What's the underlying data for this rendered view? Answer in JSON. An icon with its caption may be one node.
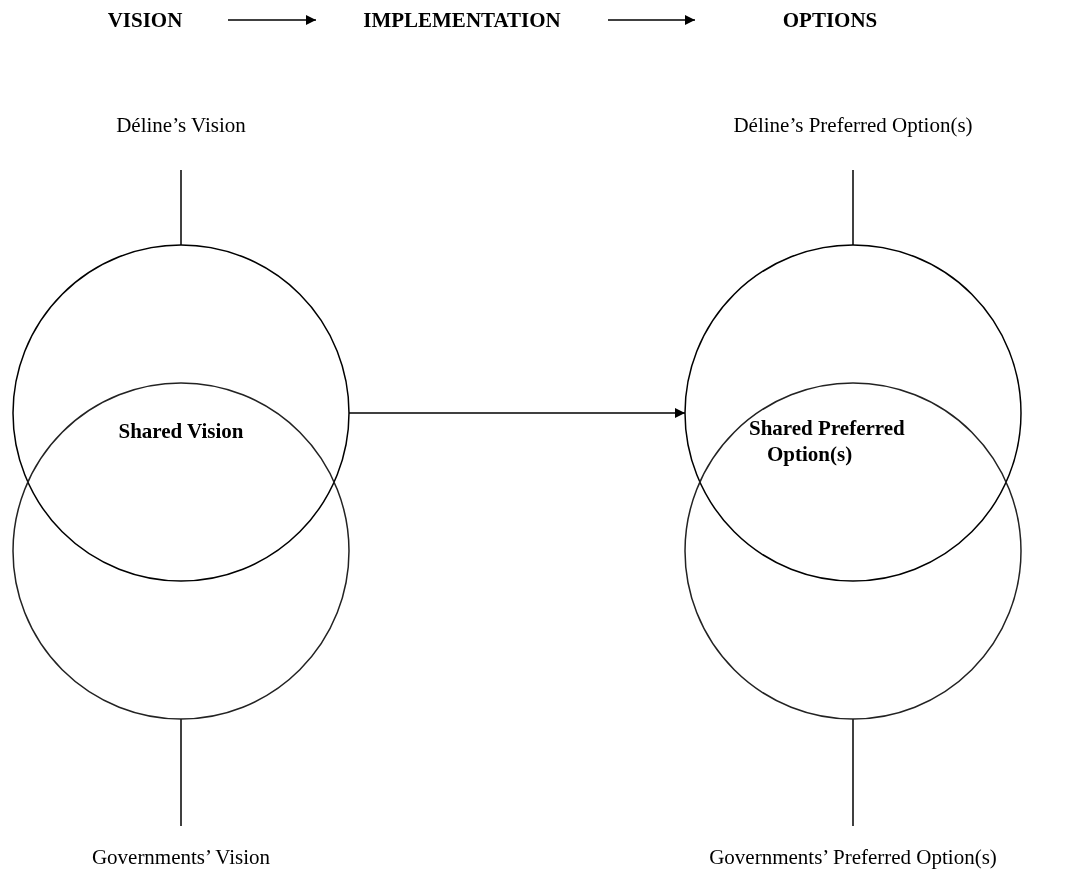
{
  "diagram": {
    "nodes": [
      {
        "text": [
          "VISION"
        ]
      },
      {
        "text": [
          "IMPLEMENTATION"
        ]
      },
      {
        "text": [
          "OPTIONS"
        ]
      },
      {
        "text": [
          "Déline’s Vision"
        ]
      },
      {
        "text": [],
        "shape": "circle"
      },
      {
        "text": [],
        "shape": "circle"
      },
      {
        "text": [
          "Shared Vision"
        ]
      },
      {
        "text": [
          "Governments’ Vision"
        ]
      },
      {
        "text": [
          "Déline’s Preferred Option(s)"
        ]
      },
      {
        "text": [],
        "shape": "circle"
      },
      {
        "text": [],
        "shape": "circle"
      },
      {
        "text": [
          "Shared Preferred Option(s)"
        ]
      },
      {
        "text": [
          "Governments’ Preferred Option(s)"
        ]
      }
    ],
    "edges": [
      {
        "from": 0,
        "to": 1,
        "arrow": "to"
      },
      {
        "from": 1,
        "to": 2,
        "arrow": "to"
      },
      {
        "from": 3,
        "to": 4,
        "arrow": "none"
      },
      {
        "from": 7,
        "to": 5,
        "arrow": "none"
      },
      {
        "from": 8,
        "to": 9,
        "arrow": "none"
      },
      {
        "from": 12,
        "to": 10,
        "arrow": "none"
      },
      {
        "from": 4,
        "to": 9,
        "arrow": "to"
      }
    ]
  }
}
